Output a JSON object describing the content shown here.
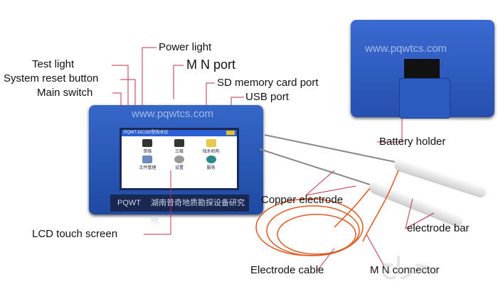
{
  "labels": {
    "test_light": "Test light",
    "system_reset": "System reset button",
    "main_switch": "Main switch",
    "power_light": "Power light",
    "mn_port": "M N port",
    "sd_port": "SD memory card port",
    "usb_port": "USB port",
    "lcd": "LCD touch screen",
    "battery_holder": "Battery holder",
    "copper_electrode": "Copper electrode",
    "electrode_bar": "electrode bar",
    "electrode_cable": "Electrode cable",
    "mn_connector": "M N connector"
  },
  "watermark": "www.pqwtcs.com",
  "device": {
    "screen_title": "PQWT-DC150型找水仪",
    "apps": [
      "单极",
      "三极",
      "找水机构",
      "文件管理",
      "设置",
      "服务"
    ],
    "brand": "PQWT",
    "company": "湖南普奇地质勘探设备研究院"
  },
  "site_watermark": "حراج",
  "colors": {
    "body": "#2a5ab8",
    "leader": "#c0304a",
    "cable": "#e0561e"
  }
}
